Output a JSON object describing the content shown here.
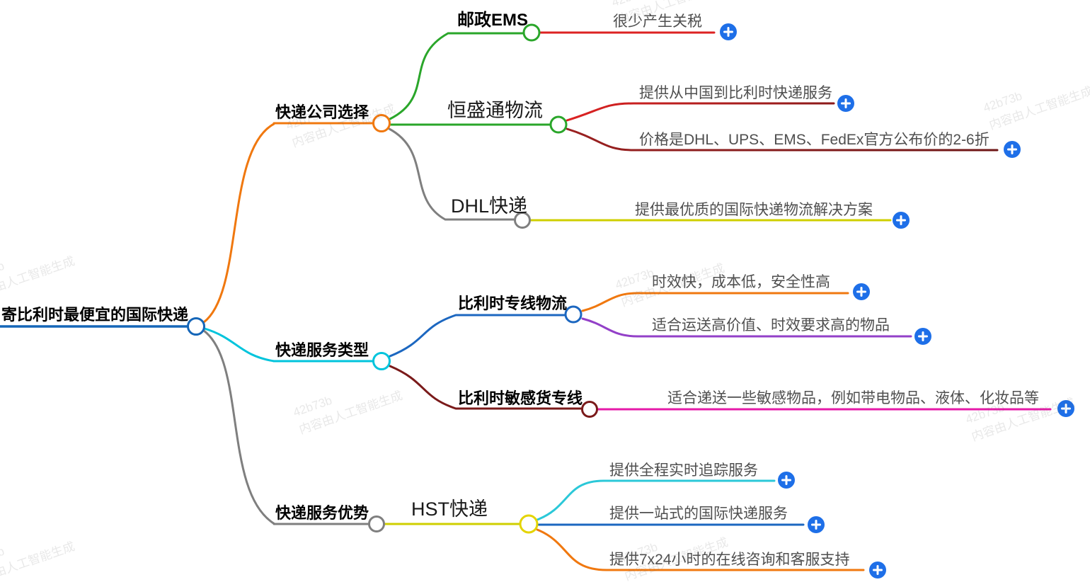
{
  "root": {
    "label": "寄比利时最便宜的国际快递"
  },
  "branches": [
    {
      "label": "快递公司选择",
      "children": [
        {
          "label": "邮政EMS",
          "leaves": [
            "很少产生关税"
          ]
        },
        {
          "label": "恒盛通物流",
          "leaves": [
            "提供从中国到比利时快递服务",
            "价格是DHL、UPS、EMS、FedEx官方公布价的2-6折"
          ]
        },
        {
          "label": "DHL快递",
          "leaves": [
            "提供最优质的国际快递物流解决方案"
          ]
        }
      ]
    },
    {
      "label": "快递服务类型",
      "children": [
        {
          "label": "比利时专线物流",
          "leaves": [
            "时效快，成本低，安全性高",
            "适合运送高价值、时效要求高的物品"
          ]
        },
        {
          "label": "比利时敏感货专线",
          "leaves": [
            "适合递送一些敏感物品，例如带电物品、液体、化妆品等"
          ]
        }
      ]
    },
    {
      "label": "快递服务优势",
      "children": [
        {
          "label": "HST快递",
          "leaves": [
            "提供全程实时追踪服务",
            "提供一站式的国际快递服务",
            "提供7x24小时的在线咨询和客服支持"
          ]
        }
      ]
    }
  ],
  "plus_icon": "+",
  "watermark": {
    "line1": "42b73b",
    "line2": "内容由人工智能生成"
  },
  "palette": {
    "root_blue": "#1566b8",
    "orange": "#f0780f",
    "cyan": "#00c4dc",
    "gray": "#7f7f7f",
    "green": "#2aa62a",
    "red": "#dd2222",
    "dark_red": "#7a1a1a",
    "yellow": "#cfcf00",
    "yellow_node": "#e4d400",
    "blue": "#1c67c0",
    "purple": "#9340c8",
    "magenta": "#e619a8",
    "hst_cyan": "#2bc8d8",
    "plus_blue": "#1e6fe8"
  }
}
